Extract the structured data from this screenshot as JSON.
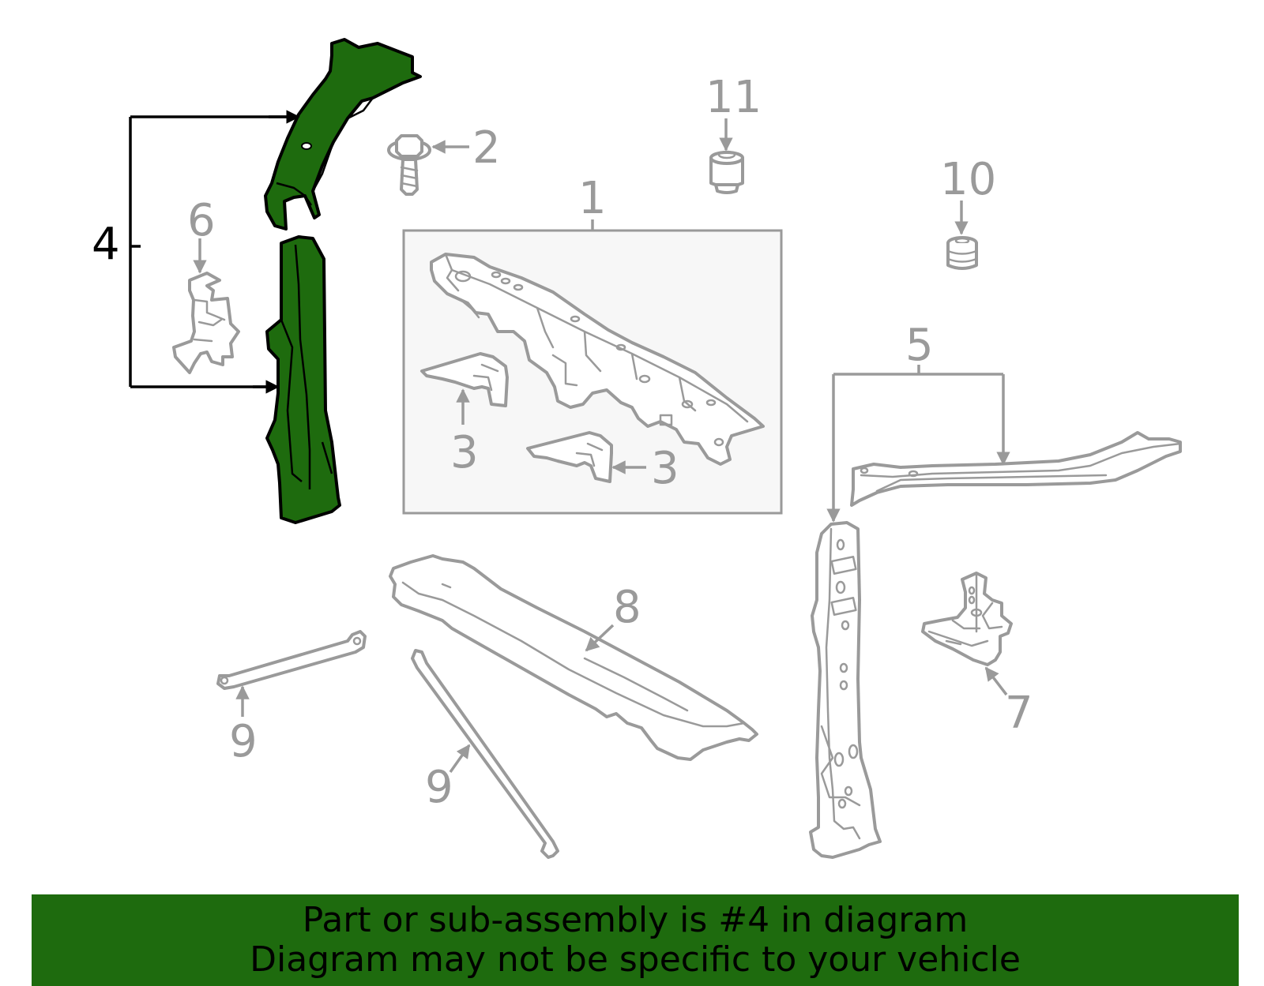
{
  "callouts": {
    "c1": "1",
    "c2": "2",
    "c3a": "3",
    "c3b": "3",
    "c4": "4",
    "c5": "5",
    "c6": "6",
    "c7": "7",
    "c8": "8",
    "c9a": "9",
    "c9b": "9",
    "c10": "10",
    "c11": "11"
  },
  "highlighted_part": "4",
  "colors": {
    "highlight_fill": "#1e6b0e",
    "part_stroke": "#9a9a9a",
    "banner_bg": "#1e6b0e",
    "inset_bg": "#f7f7f7"
  },
  "banner": {
    "line1": "Part or sub-assembly is #4 in diagram",
    "line2": "Diagram may not be specific to your vehicle"
  }
}
